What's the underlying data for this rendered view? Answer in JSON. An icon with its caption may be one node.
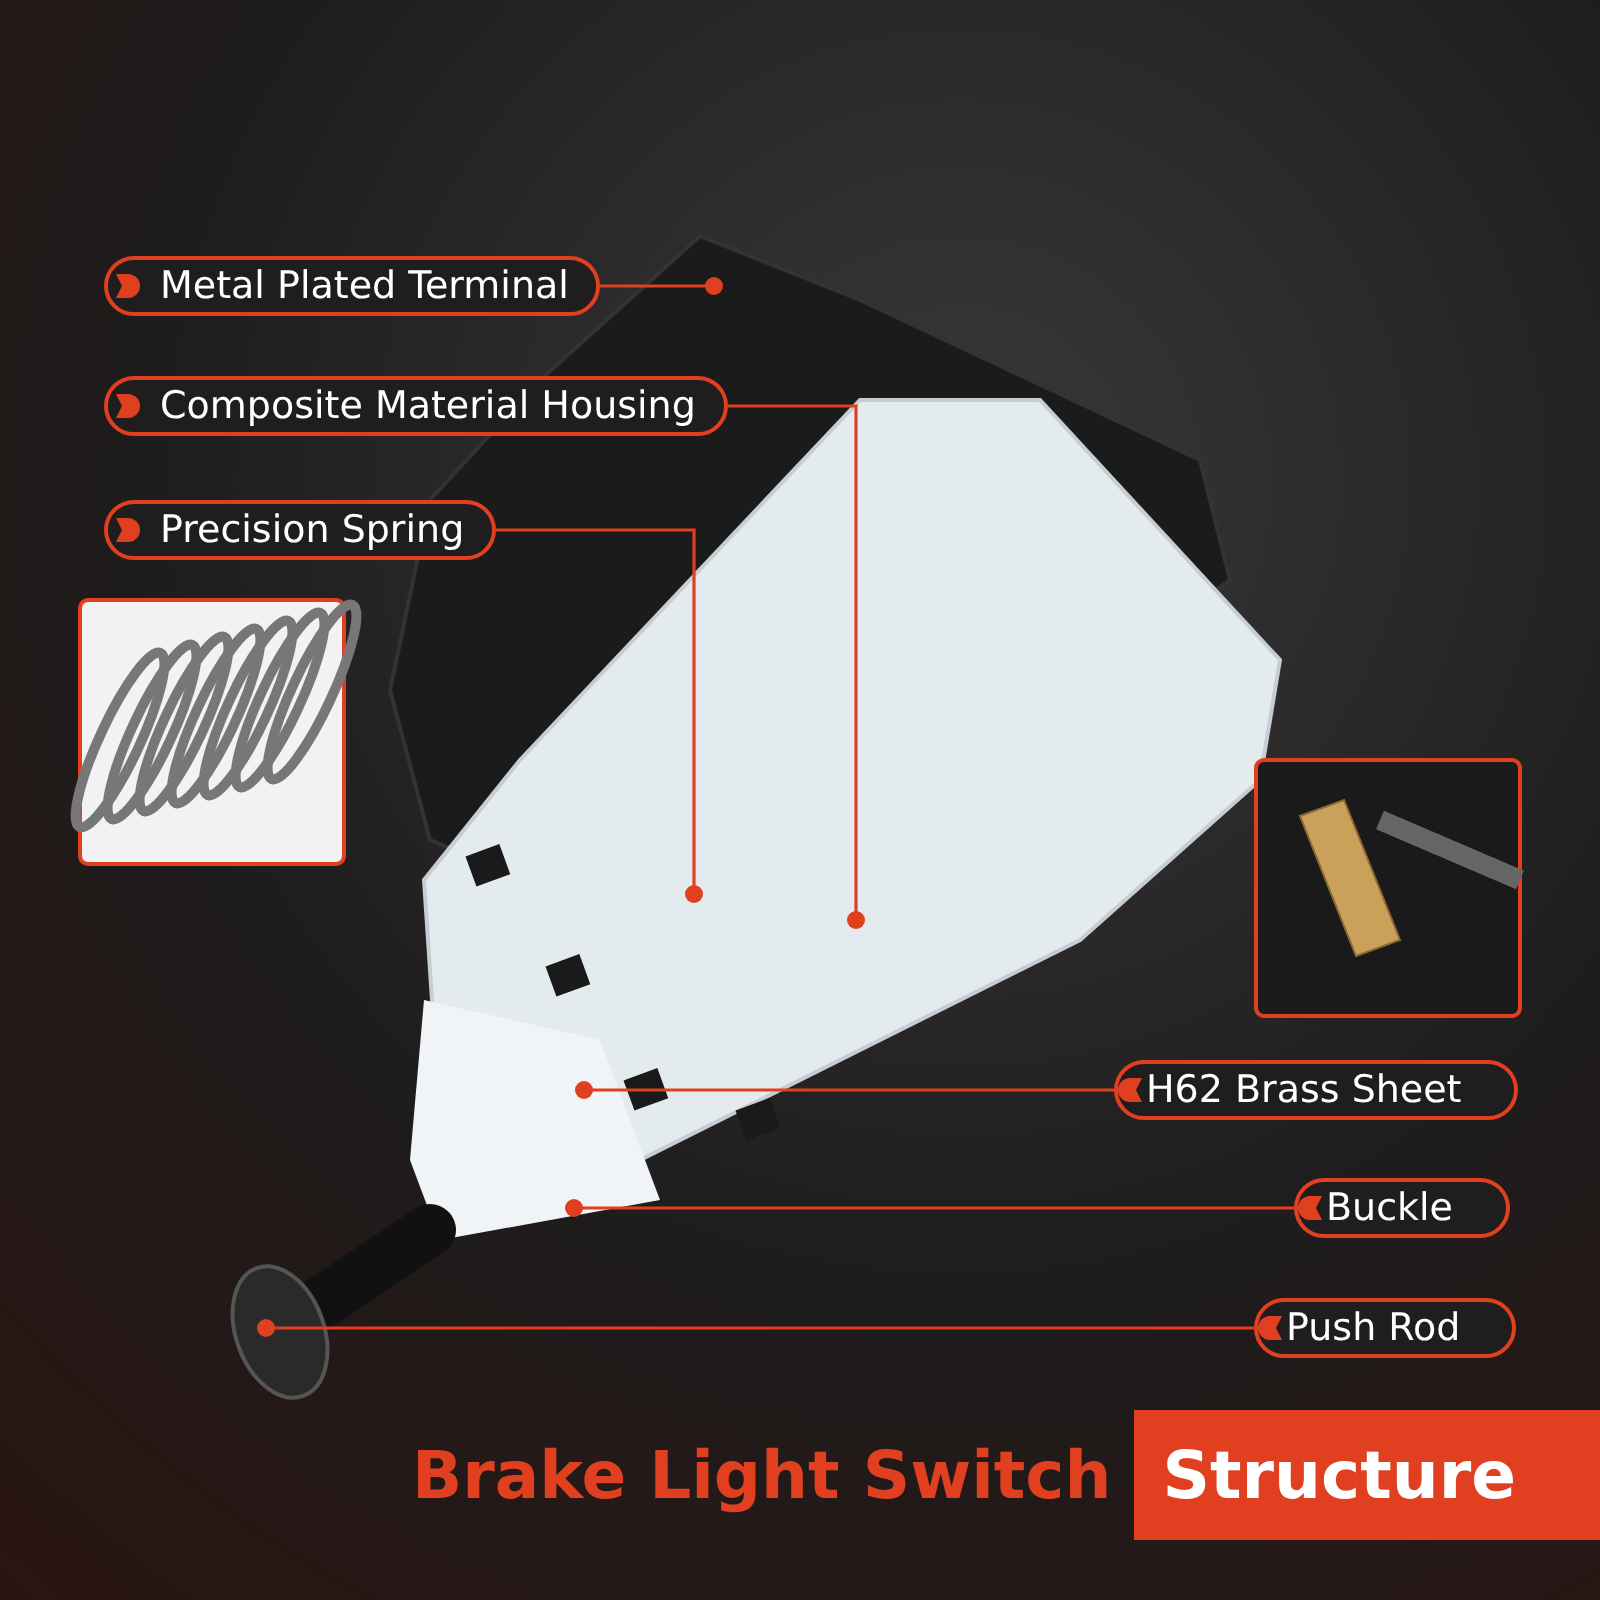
{
  "diagram": {
    "title": "Brake Light Switch Structure",
    "nodes": [
      {
        "text": [
          "Metal Plated Terminal"
        ]
      },
      {
        "text": [
          "Composite Material Housing"
        ]
      },
      {
        "text": [
          "Precision Spring"
        ]
      },
      {
        "text": [
          "H62 Brass Sheet"
        ]
      },
      {
        "text": [
          "Buckle"
        ]
      },
      {
        "text": [
          "Push Rod"
        ]
      }
    ],
    "edges": [
      {
        "from": 0,
        "to": null,
        "arrow": "other"
      },
      {
        "from": 1,
        "to": null,
        "arrow": "other"
      },
      {
        "from": 2,
        "to": null,
        "arrow": "other"
      },
      {
        "from": 3,
        "to": null,
        "arrow": "other"
      },
      {
        "from": 4,
        "to": null,
        "arrow": "other"
      },
      {
        "from": 5,
        "to": null,
        "arrow": "other"
      }
    ]
  }
}
